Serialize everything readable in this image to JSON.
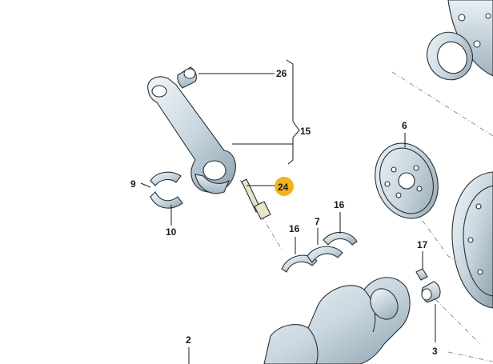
{
  "callouts": {
    "c26": "26",
    "c15": "15",
    "c24": "24",
    "c9": "9",
    "c10": "10",
    "c6": "6",
    "c16a": "16",
    "c16b": "16",
    "c7": "7",
    "c17": "17",
    "c3": "3",
    "c2": "2"
  },
  "colors": {
    "highlight": "#f2b31d",
    "metal_light": "#dde8ef",
    "metal_mid": "#b9cad6",
    "metal_dark": "#7f95a3",
    "bolt": "#e9e6c8"
  }
}
